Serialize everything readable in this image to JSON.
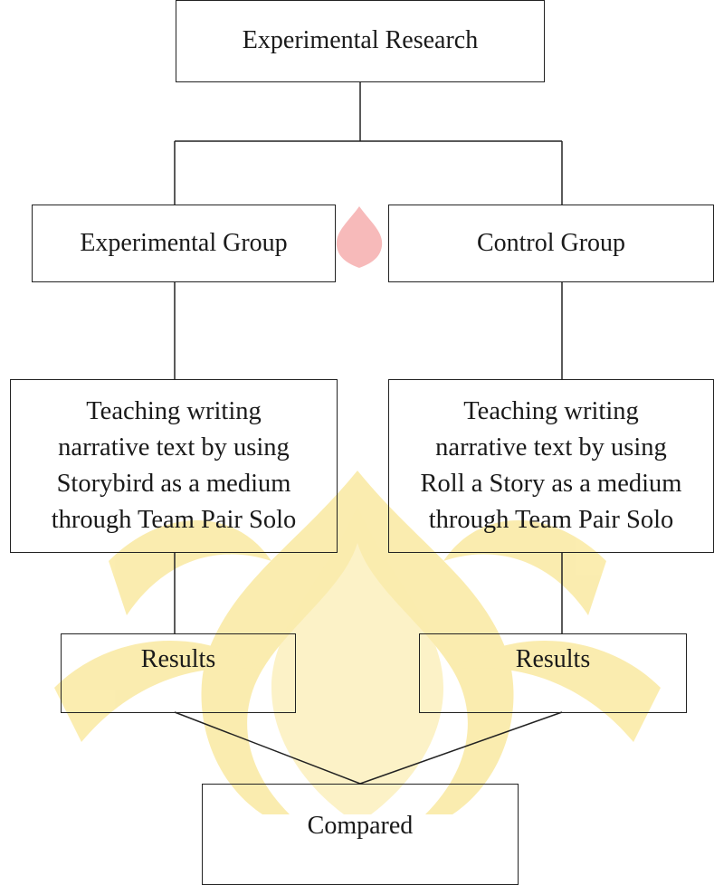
{
  "flowchart": {
    "root": "Experimental Research",
    "left": {
      "group": "Experimental Group",
      "treatment": [
        "Teaching writing",
        "narrative text by using",
        "Storybird as a medium",
        "through Team Pair Solo"
      ],
      "results": "Results"
    },
    "right": {
      "group": "Control Group",
      "treatment": [
        "Teaching writing",
        "narrative text by using",
        "Roll a Story as a medium",
        "through Team Pair Solo"
      ],
      "results": "Results"
    },
    "outcome": "Compared"
  },
  "watermark": {
    "icon": "university-seal-flame",
    "color": "#f3c92e",
    "accent": "#e8383a"
  }
}
